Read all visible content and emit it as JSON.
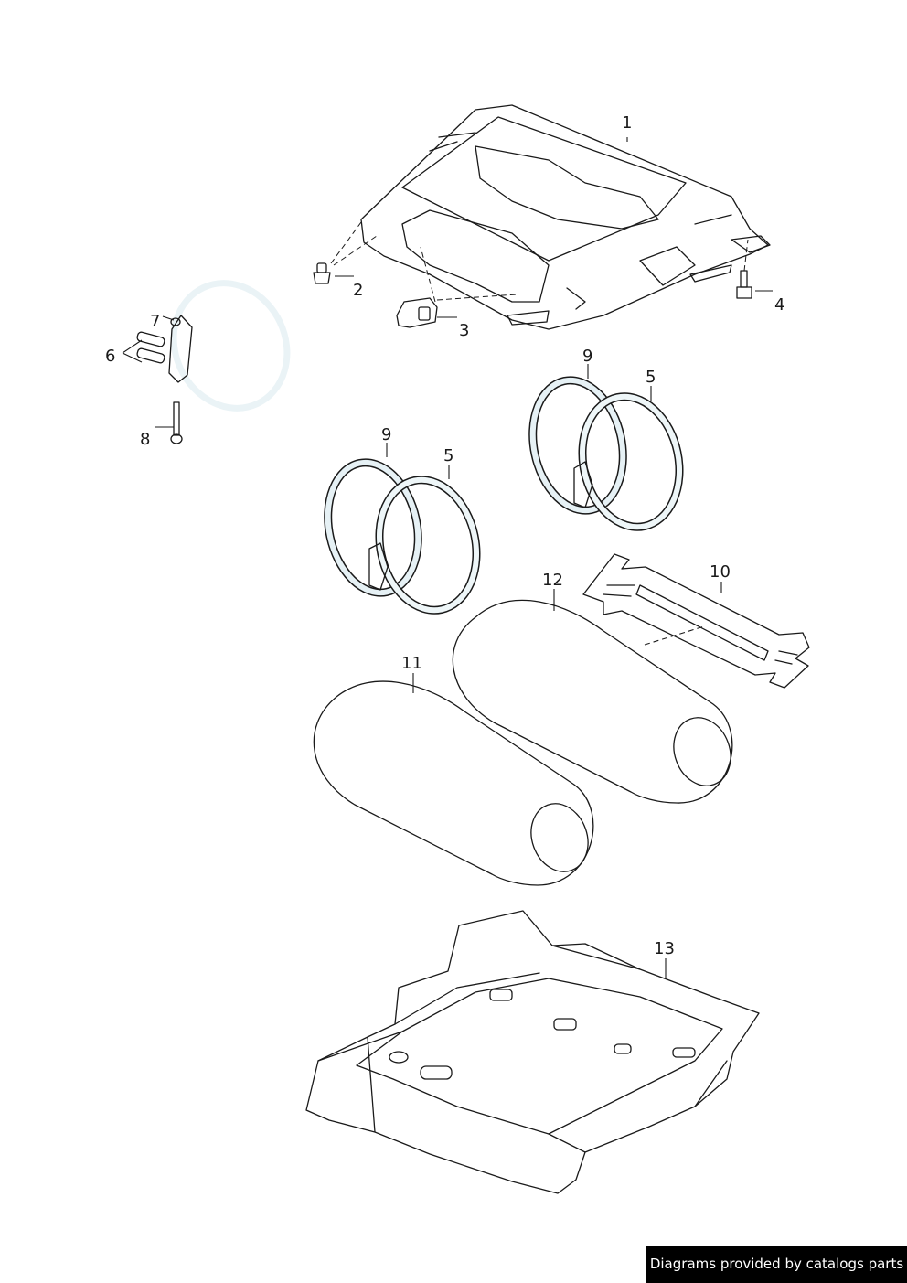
{
  "callouts": {
    "c1": "1",
    "c2": "2",
    "c3": "3",
    "c4": "4",
    "c5a": "5",
    "c5b": "5",
    "c6": "6",
    "c7": "7",
    "c8": "8",
    "c9a": "9",
    "c9b": "9",
    "c10": "10",
    "c11": "11",
    "c12": "12",
    "c13": "13"
  },
  "footer": {
    "credit": "Diagrams provided by catalogs parts"
  },
  "colors": {
    "part_light": "#e6f1f5",
    "part_mid": "#bcd6de",
    "part_dark": "#8fb0bb",
    "outline": "#1a1a1a",
    "footer_bg": "#000000",
    "footer_text": "#ffffff"
  }
}
